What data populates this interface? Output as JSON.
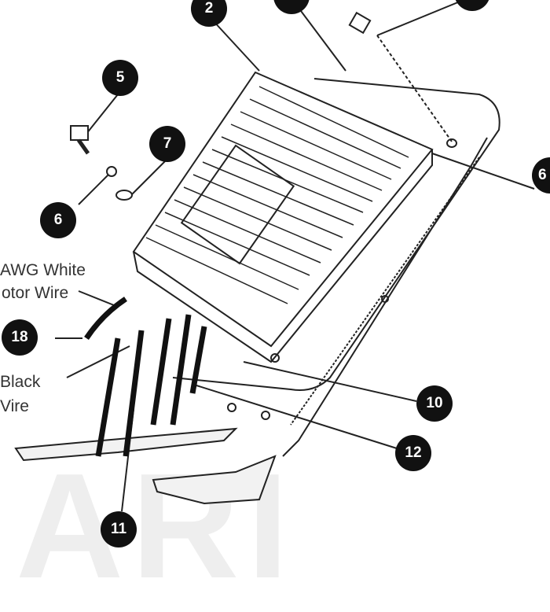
{
  "watermark": "ARI",
  "callouts": {
    "c2": "2",
    "c5": "5",
    "c6": "6",
    "c7": "7",
    "c18": "18",
    "c10": "10",
    "c11": "11",
    "c12": "12",
    "c_right": "6"
  },
  "labels": {
    "white_wire_line1": "AWG White",
    "white_wire_line2": "otor Wire",
    "black_wire_line1": "Black",
    "black_wire_line2": "Vire"
  }
}
